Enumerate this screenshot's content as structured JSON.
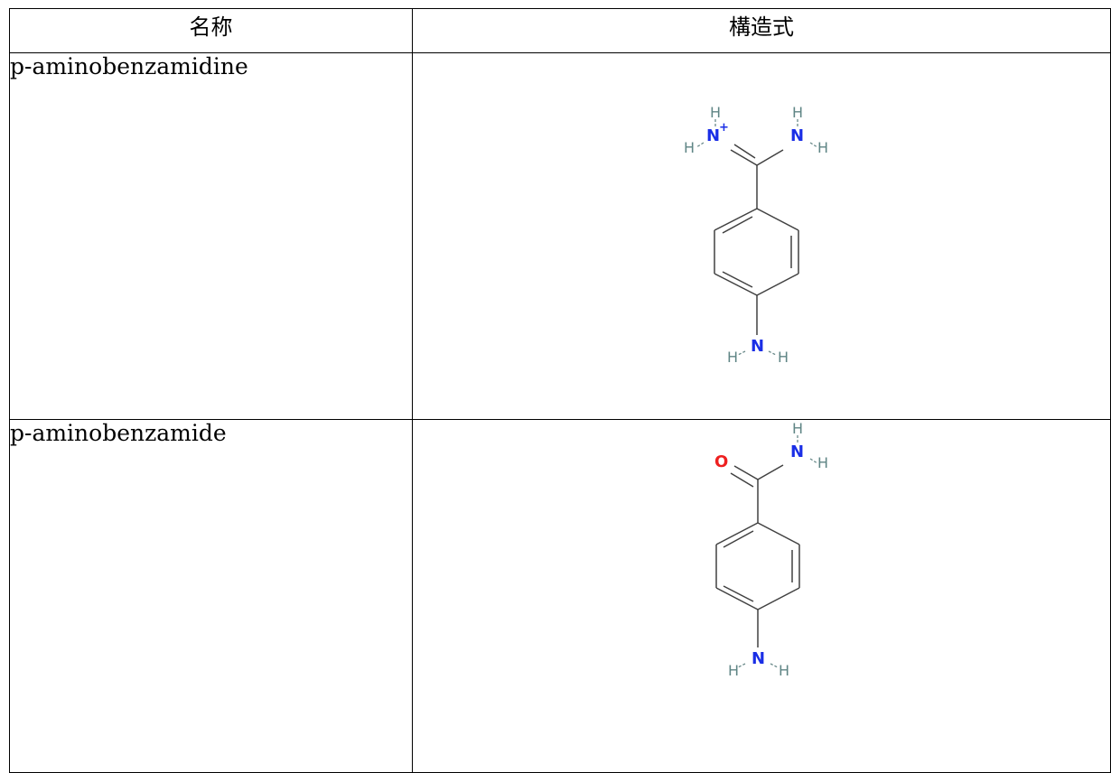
{
  "table": {
    "headers": {
      "name": "名称",
      "structure": "構造式"
    },
    "rows": [
      {
        "name": "p-aminobenzamidine",
        "structure_atoms": {
          "n_plus": "N",
          "charge": "+",
          "n": "N",
          "h": "H",
          "amine_n": "N"
        }
      },
      {
        "name": "p-aminobenzamide",
        "structure_atoms": {
          "o": "O",
          "n": "N",
          "h": "H",
          "amine_n": "N"
        }
      }
    ]
  },
  "colors": {
    "nitrogen": "#1a2ee6",
    "oxygen": "#ee2020",
    "hydrogen": "#5f8585",
    "bond": "#404040"
  }
}
